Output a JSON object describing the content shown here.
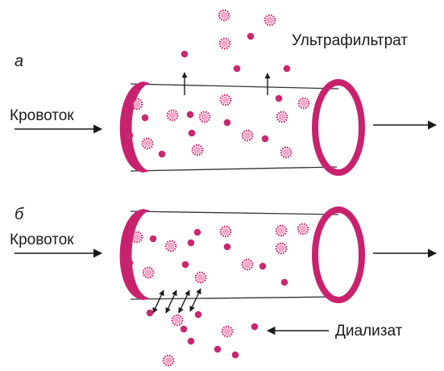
{
  "colors": {
    "wall": "#c8226e",
    "particle_solid": "#c8286f",
    "particle_dotted_fill": "#f2a6c8",
    "ink": "#1a1a1a"
  },
  "panels": [
    {
      "id": "a",
      "letter": "а",
      "inflow_label": "Кровоток",
      "outside_label": "Ультрафильтрат"
    },
    {
      "id": "b",
      "letter": "б",
      "inflow_label": "Кровоток",
      "outside_label": "Диализат"
    }
  ],
  "icons": {
    "particle_small": "solute-dot",
    "particle_large": "spiky-molecule",
    "flow": "arrow-icon",
    "exchange": "double-arrow-icon"
  }
}
